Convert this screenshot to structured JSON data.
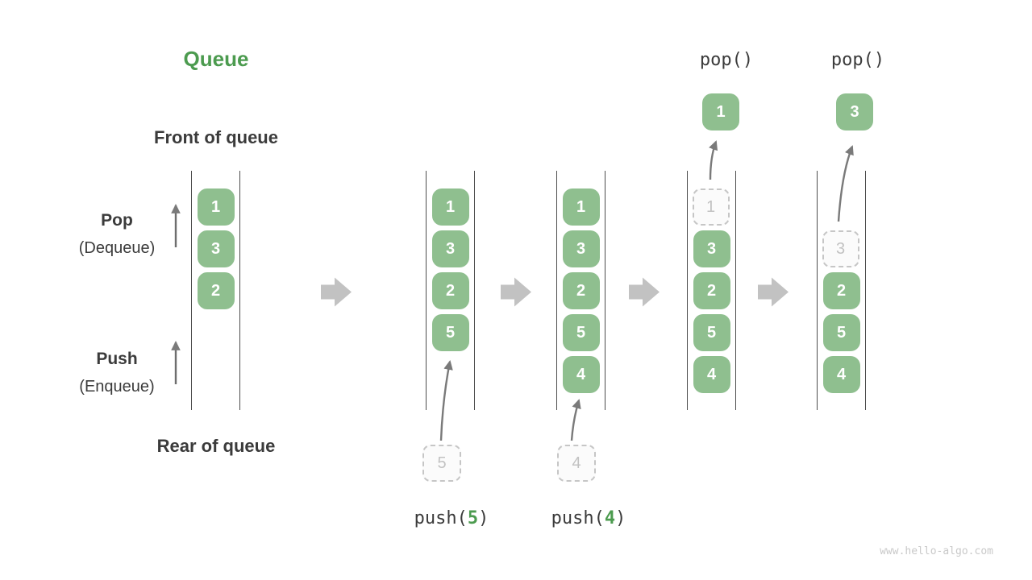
{
  "title": "Queue",
  "watermark": "www.hello-algo.com",
  "labels": {
    "front": "Front of queue",
    "rear": "Rear of queue",
    "pop": "Pop",
    "pop_sub": "(Dequeue)",
    "push": "Push",
    "push_sub": "(Enqueue)"
  },
  "operations": {
    "pop1": {
      "call": "pop()",
      "value": "1"
    },
    "pop2": {
      "call": "pop()",
      "value": "3"
    },
    "push1": {
      "call_open": "push(",
      "value": "5",
      "call_close": ")"
    },
    "push2": {
      "call_open": "push(",
      "value": "4",
      "call_close": ")"
    }
  },
  "columns": [
    {
      "cells": [
        {
          "row": 0,
          "v": "1"
        },
        {
          "row": 1,
          "v": "3"
        },
        {
          "row": 2,
          "v": "2"
        }
      ]
    },
    {
      "cells": [
        {
          "row": 0,
          "v": "1"
        },
        {
          "row": 1,
          "v": "3"
        },
        {
          "row": 2,
          "v": "2"
        },
        {
          "row": 3,
          "v": "5"
        }
      ]
    },
    {
      "cells": [
        {
          "row": 0,
          "v": "1"
        },
        {
          "row": 1,
          "v": "3"
        },
        {
          "row": 2,
          "v": "2"
        },
        {
          "row": 3,
          "v": "5"
        },
        {
          "row": 4,
          "v": "4"
        }
      ]
    },
    {
      "cells": [
        {
          "row": 0,
          "v": "1",
          "ghost": true
        },
        {
          "row": 1,
          "v": "3"
        },
        {
          "row": 2,
          "v": "2"
        },
        {
          "row": 3,
          "v": "5"
        },
        {
          "row": 4,
          "v": "4"
        }
      ]
    },
    {
      "cells": [
        {
          "row": 1,
          "v": "3",
          "ghost": true
        },
        {
          "row": 2,
          "v": "2"
        },
        {
          "row": 3,
          "v": "5"
        },
        {
          "row": 4,
          "v": "4"
        }
      ]
    }
  ],
  "colors": {
    "item_green": "#8FBF8F",
    "accent_green": "#4C9B4F",
    "text_dark": "#3B3B3B",
    "ghost_gray": "#C2C2C2",
    "arrow_gray": "#7A7A7A",
    "block_arrow_gray": "#C2C2C2",
    "rail_gray": "#4D4D4D",
    "watermark_gray": "#C9C9C9"
  }
}
